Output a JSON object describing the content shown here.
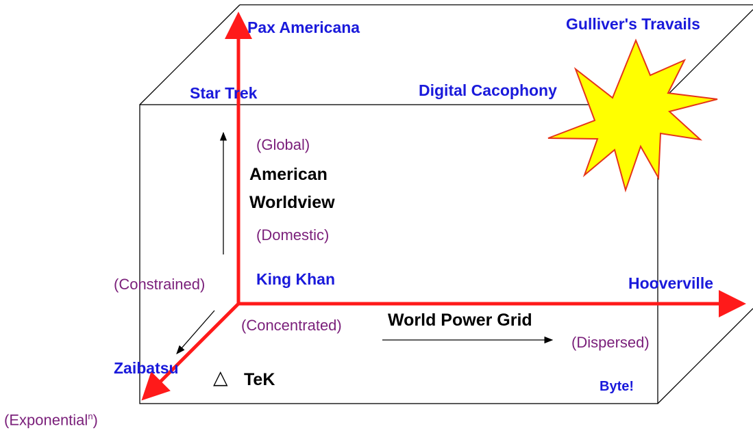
{
  "colors": {
    "scenario_text": "#1a1adb",
    "pole_text": "#7a1f7a",
    "axis_arrow": "#ff1a1a",
    "cube_edge": "#000000",
    "burst_fill": "#ffff00",
    "burst_stroke": "#e5341a"
  },
  "scenarios": {
    "pax_americana": "Pax Americana",
    "gullivers_travails": "Gulliver's Travails",
    "star_trek": "Star Trek",
    "digital_cacophony": "Digital Cacophony",
    "king_khan": "King Khan",
    "hooverville": "Hooverville",
    "zaibatsu": "Zaibatsu",
    "byte": "Byte!"
  },
  "axes": {
    "vertical": {
      "line1": "American",
      "line2": "Worldview",
      "top_pole": "(Global)",
      "bottom_pole": "(Domestic)"
    },
    "horizontal": {
      "name": "World Power Grid",
      "left_pole": "(Concentrated)",
      "right_pole": "(Dispersed)"
    },
    "depth": {
      "name": "TeK",
      "symbol": "△",
      "near_pole": "(Constrained)",
      "far_pole_base": "(Exponential",
      "far_pole_sup": "n",
      "far_pole_close": ")"
    }
  }
}
